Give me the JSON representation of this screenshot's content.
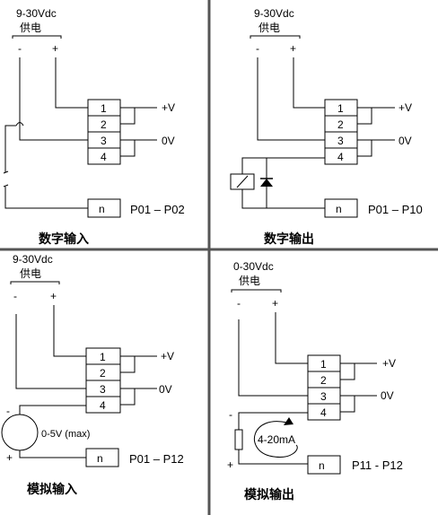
{
  "panels": {
    "digital_input": {
      "supply_voltage": "9-30Vdc",
      "supply_label": "供电",
      "minus": "-",
      "plus": "+",
      "terminals": [
        "1",
        "2",
        "3",
        "4"
      ],
      "plus_v": "+V",
      "zero_v": "0V",
      "n": "n",
      "params": "P01 – P02",
      "caption": "数字输入"
    },
    "digital_output": {
      "supply_voltage": "9-30Vdc",
      "supply_label": "供电",
      "minus": "-",
      "plus": "+",
      "terminals": [
        "1",
        "2",
        "3",
        "4"
      ],
      "plus_v": "+V",
      "zero_v": "0V",
      "n": "n",
      "params": "P01 – P10",
      "caption": "数字输出"
    },
    "analog_input": {
      "supply_voltage": "9-30Vdc",
      "supply_label": "供电",
      "minus": "-",
      "plus": "+",
      "terminals": [
        "1",
        "2",
        "3",
        "4"
      ],
      "plus_v": "+V",
      "zero_v": "0V",
      "n": "n",
      "params": "P01 – P12",
      "source": "0-5V (max)",
      "src_minus": "-",
      "src_plus": "+",
      "caption": "模拟输入"
    },
    "analog_output": {
      "supply_voltage": "0-30Vdc",
      "supply_label": "供电",
      "minus": "-",
      "plus": "+",
      "terminals": [
        "1",
        "2",
        "3",
        "4"
      ],
      "plus_v": "+V",
      "zero_v": "0V",
      "n": "n",
      "params": "P11 - P12",
      "loop": "4-20mA",
      "src_minus": "-",
      "src_plus": "+",
      "caption": "模拟输出"
    }
  }
}
